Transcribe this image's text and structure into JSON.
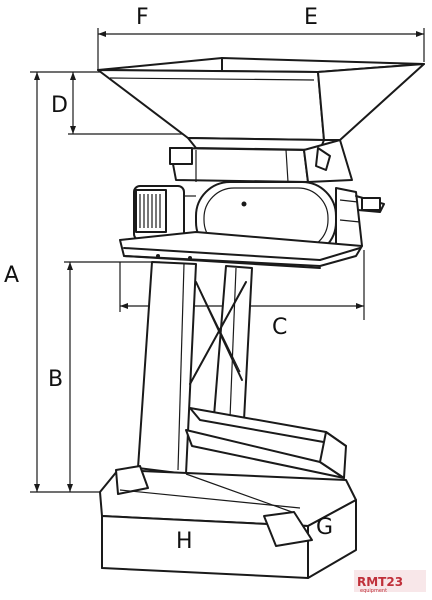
{
  "labels": {
    "A": "A",
    "B": "B",
    "C": "C",
    "D": "D",
    "E": "E",
    "F": "F",
    "G": "G",
    "H": "H"
  },
  "colors": {
    "line": "#1a1a1a",
    "watermark": "#c0303a"
  }
}
